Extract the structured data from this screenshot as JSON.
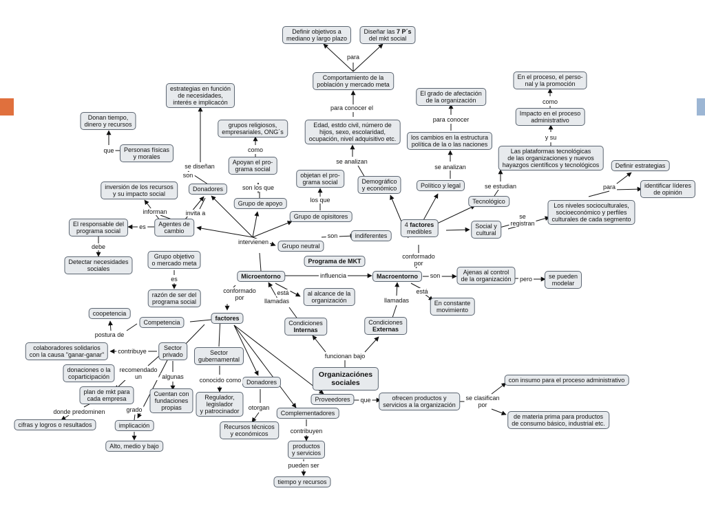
{
  "colors": {
    "node_fill": "#e7eaed",
    "node_border": "#5a6470",
    "line": "#111111",
    "left_tab": "#e0703d",
    "right_tab": "#9cb6d4"
  },
  "nodes": {
    "definir_objetivos": "Definir objetivos a\nmediano y largo plazo",
    "disenar_7p": "Diseñar las 7 P´s\ndel mkt social",
    "comportamiento": "Comportamiento de la\npoblación y mercado meta",
    "el_proceso": "En el proceso, el perso-\nnal y la promoción",
    "grado_afectacion": "El grado de afectación\nde la organización",
    "estrategias_funcion": "estrategias en función\nde necesidades,\ninterés e implicacón",
    "donan_tiempo": "Donan tiempo,\ndinero y recursos",
    "grupos_religiosos": "grupos religiosos,\nempresariales, ONG´s",
    "edad": "Edad, estdo civil, número de\nhijos, sexo, escolaridad,\nocupación, nivel adquisitivo etc.",
    "impacto_proceso": "Impacto en el proceso\nadministrativo",
    "cambios_estructura": "los cambios en la estructura\npolítica de la o las naciones",
    "personas_fisicas": "Personas físicas\ny morales",
    "apoyan_programa": "Apoyan el pro-\ngrama social",
    "plataformas": "Las plataformas tecnológicas\nde las organizaciones y nuevos\nhayazgos científicos y tecnológicos",
    "definir_estrategias": "Definir estrategias",
    "objetan": "objetan el pro-\ngrama social",
    "demografico": "Demográfico\ny económico",
    "politico": "Político y legal",
    "inversion": "inversión de los recursos\ny su impacto social",
    "donadores1": "Donadores",
    "identificar_lideres": "identificar líderes\nde opinión",
    "grupo_apoyo": "Grupo de apoyo",
    "tecnologico": "Tecnológico",
    "niveles": "Los niveles socioculturales,\nsocioeconómico y perfiles\nculturales de cada segmento",
    "grupo_opositores": "Grupo de opisitores",
    "responsable": "El responsable del\nprograma social",
    "agentes_cambio": "Agentes de\ncambio",
    "cuatro_factores": "4 factores\nmedibles",
    "social_cultural": "Social y\ncultural",
    "indiferentes": "indiferentes",
    "grupo_neutral": "Grupo neutral",
    "programa_mkt": "Programa de MKT",
    "detectar": "Detectar necesidades\nsociales",
    "grupo_objetivo": "Grupo objetivo\no mercado meta",
    "ajenas": "Ajenas al control\nde la organización",
    "microentorno": "Microentorno",
    "macroentorno": "Macroentorno",
    "pueden_modelar": "se pueden\nmodelar",
    "alcance": "al alcance de la\norganización",
    "razon_ser": "razón de ser del\nprograma social",
    "constante": "En constante\nmovimiento",
    "coopetencia": "coopetencia",
    "factores": "factores",
    "competencia": "Competencia",
    "cond_internas": "Condiciones\nInternas",
    "cond_externas": "Condiciones\nExternas",
    "colaboradores": "colaboradores solidarios\ncon la causa \"ganar-ganar\"",
    "sector_privado": "Sector\nprivado",
    "sector_gub": "Sector\ngubernamental",
    "donaciones": "donaciones o la\ncoparticipación",
    "organizaciones": "Organizaciónes\nsociales",
    "insumo": "con insumo para el proceso administrativo",
    "plan_mkt": "plan de mkt para\ncada empresa",
    "donadores2": "Donadores",
    "cuentan": "Cuentan con\nfundaciones\npropias",
    "proveedores": "Proveedores",
    "ofrecen": "ofrecen productos y\nservicios a la organización",
    "regulador": "Regulador,\nlegislador\ny patrocinador",
    "materia_prima": "de materia prima para productos\nde consumo básico, industrial etc.",
    "cifras": "cifras y logros o resultados",
    "implicacion": "implicación",
    "complementadores": "Complementadores",
    "recursos_tecnicos": "Recursos técnicos\ny económicos",
    "alto_medio": "Alto, medio y bajo",
    "productos_servicios": "productos\ny servicios",
    "tiempo_recursos": "tiempo y recursos"
  },
  "links": {
    "para_top": "para",
    "para_conocer_el": "para conocer el",
    "como_top": "como",
    "para_conocer": "para conocer",
    "que_personas": "que",
    "como_grupos": "como",
    "se_disenan": "se diseñan",
    "son_don": "son",
    "y_su": "y su",
    "se_analizan1": "se analizan",
    "se_analizan2": "se analizan",
    "para_lideres": "para",
    "son_los_que": "son los que",
    "los_que": "los que",
    "se_estudian": "se estudian",
    "informan": "informan",
    "invita_a": "invita a",
    "se_registran": "se\nregistran",
    "es_resp": "es",
    "son_indif": "son",
    "intervienen": "intervienen",
    "debe": "debe",
    "conformado_por_macro": "conformado\npor",
    "influencia": "influencia",
    "son_ajenas": "son",
    "pero": "pero",
    "es_razon": "es",
    "conformado_por_micro": "conformado\npor",
    "esta_llamadas": "está",
    "llamadas_int": "llamadas",
    "llamadas_ext": "llamadas",
    "esta_constante": "está",
    "postura_de": "postura de",
    "contribuye": "contribuye",
    "funcionan_bajo": "funcionan bajo",
    "recomendado_un": "recomendado\nun",
    "algunas": "algunas",
    "conocido_como": "conocido como",
    "que_prov": "que",
    "se_clasifican_por": "se clasifican\npor",
    "grado": "grado",
    "donde_predominen": "donde predominen",
    "otorgan": "otorgan",
    "contribuyen": "contribuyen",
    "pueden_ser": "pueden ser"
  }
}
